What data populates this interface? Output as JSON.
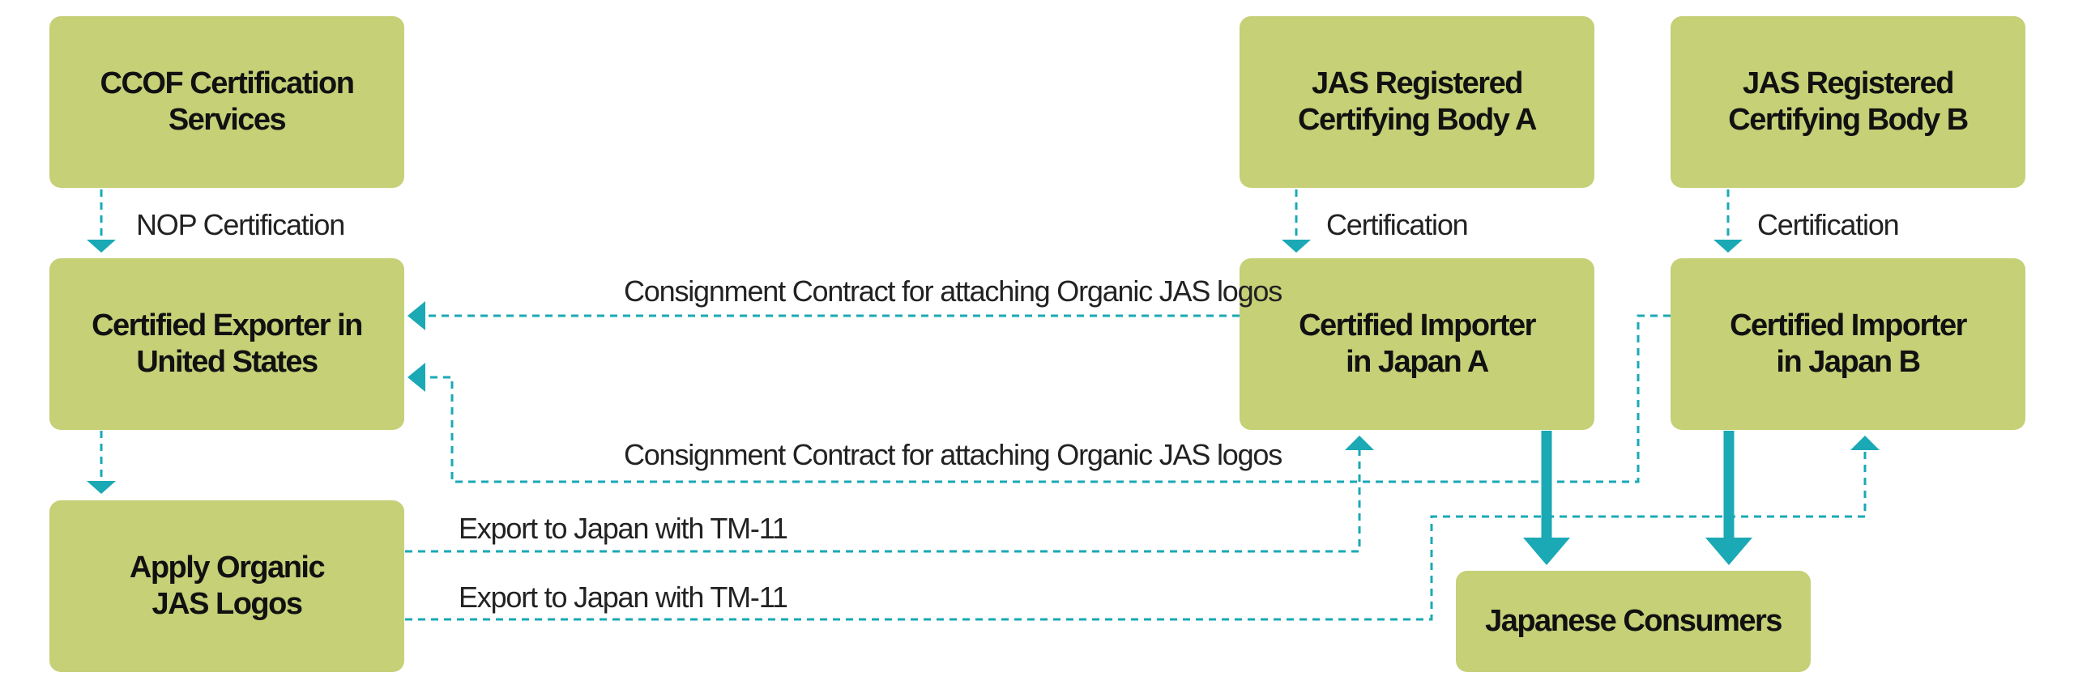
{
  "colors": {
    "box_fill": "#c5d077",
    "arrow": "#1aa9b5",
    "text": "#111111"
  },
  "nodes": {
    "ccof": "CCOF Certification Services",
    "exporter": "Certified Exporter in\nUnited States",
    "apply_logos": "Apply Organic\nJAS Logos",
    "jas_body_a": "JAS Registered\nCertifying Body A",
    "jas_body_b": "JAS Registered\nCertifying Body B",
    "importer_a": "Certified Importer\nin Japan A",
    "importer_b": "Certified Importer\nin Japan B",
    "consumers": "Japanese Consumers"
  },
  "edge_labels": {
    "nop_certification": "NOP Certification",
    "certification_a": "Certification",
    "certification_b": "Certification",
    "consignment_a": "Consignment Contract for attaching Organic JAS logos",
    "consignment_b": "Consignment Contract for attaching Organic JAS logos",
    "export_a": "Export to Japan with TM-11",
    "export_b": "Export to Japan with TM-11"
  }
}
